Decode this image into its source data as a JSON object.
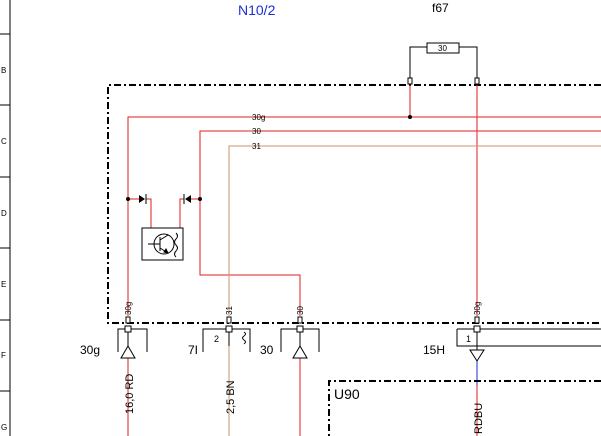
{
  "titles": {
    "module": "N10/2",
    "fuse": "f67",
    "module2": "U90"
  },
  "fuse": {
    "rating": "30"
  },
  "border_letters": [
    "B",
    "C",
    "D",
    "E",
    "F",
    "G"
  ],
  "wires": {
    "w30g": "30g",
    "w30": "30",
    "w31": "31"
  },
  "pins": {
    "p30g": "30g",
    "p31": "31",
    "p30": "30",
    "p30g_right": "30g"
  },
  "connectors": {
    "c30g": "30g",
    "c7I": "7I",
    "c7I_num": "2",
    "c30": "30",
    "c15H": "15H",
    "c15H_num": "1"
  },
  "wire_labels": {
    "rd": "16,0 RD",
    "bn": "2,5 BN",
    "rdbu": "RDBU"
  },
  "colors": {
    "red": "#e0201e",
    "brown": "#c8956a",
    "blue": "#1b2fd6",
    "black": "#000000"
  }
}
